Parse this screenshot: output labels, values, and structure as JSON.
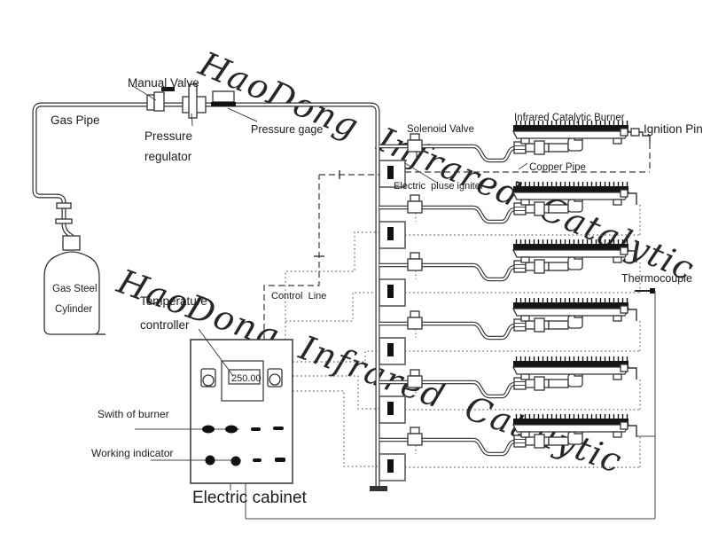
{
  "watermark": {
    "text": "HaoDong  Infrared  Catalytic",
    "color": "#bec9e9"
  },
  "diagram": {
    "labels": {
      "gas_pipe": "Gas Pipe",
      "manual_valve": "Manual Valve",
      "pressure_regulator": [
        "Pressure",
        "regulator"
      ],
      "pressure_gage": "Pressure gage",
      "solenoid_valve": "Solenoid Valve",
      "infrared_catalytic_burner": "Infrared Catalytic Burner",
      "ignition_pin": "Ignition Pin",
      "copper_pipe": "Copper Pipe",
      "electric_pulse_igniter": "Electric  pluse igniter",
      "control_line": "Control  Line",
      "thermocouple": "Thermocouple",
      "gas_steel_cylinder": [
        "Gas Steel",
        "Cylinder"
      ],
      "temperature_controller": [
        "Temperature",
        "controller"
      ],
      "switch_of_burner": "Swith of burner",
      "working_indicator": "Working indicator",
      "electric_cabinet": "Electric cabinet"
    },
    "controller_display_value": "250.00",
    "burner_count": 6,
    "line_color": "#2e2e2e"
  }
}
